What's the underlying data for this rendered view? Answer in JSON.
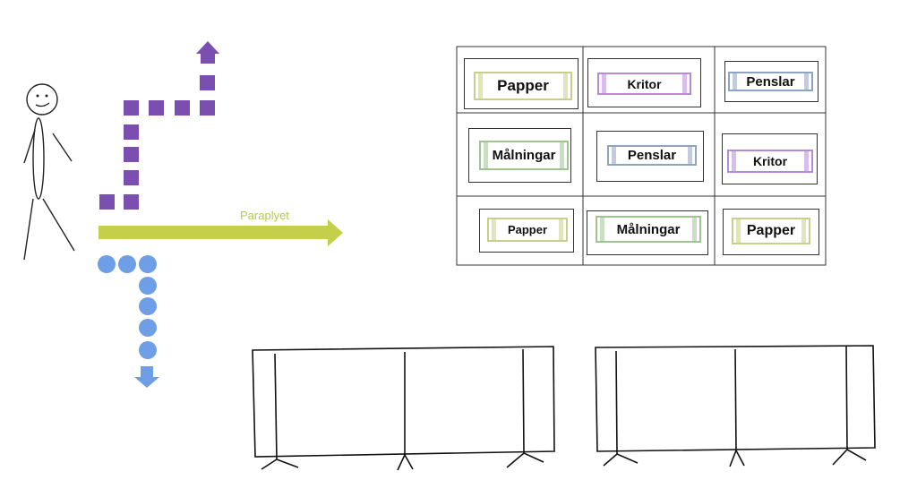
{
  "main_arrow": {
    "label": "Paraplyet",
    "color": "#c4d04b"
  },
  "purple_path": {
    "color": "#7a4fb0"
  },
  "blue_path": {
    "color": "#6e9fe6"
  },
  "shelf": {
    "cells": [
      {
        "text": "Papper",
        "color": "#c9cf8a"
      },
      {
        "text": "Kritor",
        "color": "#b58ad8"
      },
      {
        "text": "Penslar",
        "color": "#8fa3c2"
      },
      {
        "text": "Målningar",
        "color": "#9ec48f"
      },
      {
        "text": "Penslar",
        "color": "#8fa3c2"
      },
      {
        "text": "Kritor",
        "color": "#b58ad8"
      },
      {
        "text": "Papper",
        "color": "#c9cf8a"
      },
      {
        "text": "Målningar",
        "color": "#9ec48f"
      },
      {
        "text": "Papper",
        "color": "#c9cf8a"
      }
    ]
  }
}
